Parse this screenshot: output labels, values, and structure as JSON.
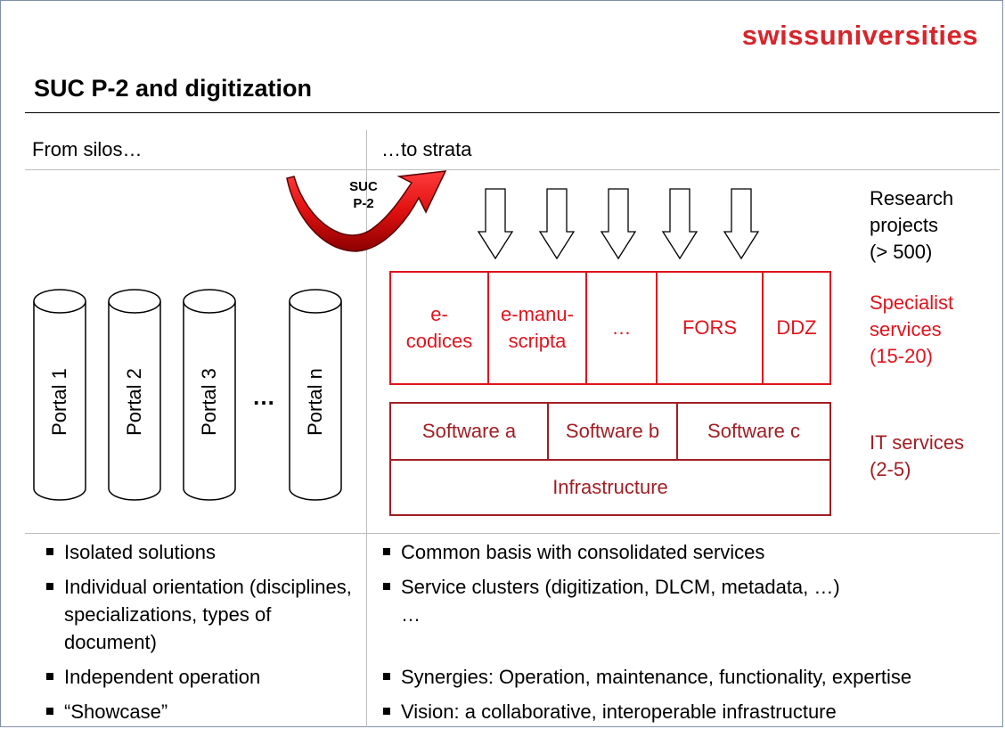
{
  "brand": "swissuniversities",
  "title": "SUC P-2 and digitization",
  "left_heading": "From silos…",
  "right_heading": "…to strata",
  "transition_label_line1": "SUC",
  "transition_label_line2": "P-2",
  "portals": [
    "Portal 1",
    "Portal 2",
    "Portal 3",
    "Portal n"
  ],
  "portal_ellipsis": "…",
  "right_labels": {
    "research": [
      "Research",
      "projects",
      "(> 500)"
    ],
    "specialist": [
      "Specialist",
      "services",
      "(15-20)"
    ],
    "it": [
      "IT services",
      "(2-5)"
    ]
  },
  "specialist_services": [
    [
      "e-",
      "codices"
    ],
    [
      "e-manu-",
      "scripta"
    ],
    [
      "…"
    ],
    [
      "FORS"
    ],
    [
      "DDZ"
    ]
  ],
  "software": [
    "Software a",
    "Software b",
    "Software c"
  ],
  "infrastructure": "Infrastructure",
  "left_bullets": [
    "Isolated solutions",
    "Individual orientation (disciplines, specializations, types of document)",
    "Independent operation",
    "“Showcase”"
  ],
  "right_bullets": [
    "Common basis with consolidated services",
    "Service clusters (digitization, DLCM, metadata, …)",
    "…",
    "Synergies: Operation, maintenance, functionality, expertise",
    "Vision: a collaborative, interoperable infrastructure"
  ],
  "colors": {
    "accent_red": "#e0141e",
    "dark_red": "#a11e24",
    "brand_red": "#d8252c"
  }
}
